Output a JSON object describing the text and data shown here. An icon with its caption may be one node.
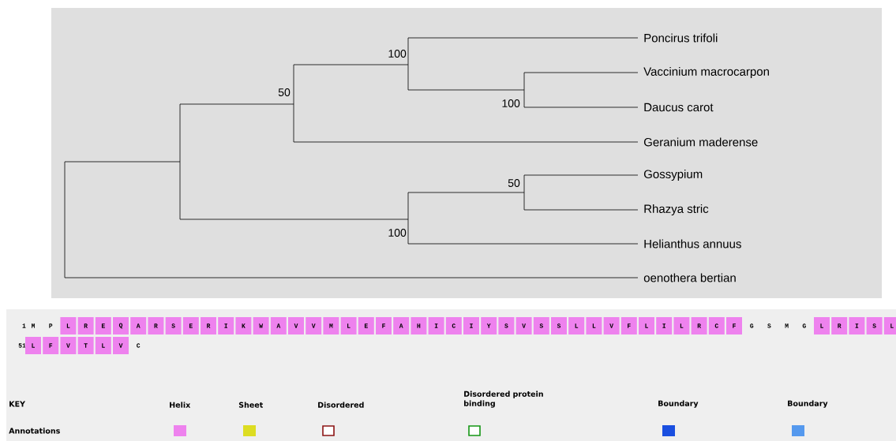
{
  "diagram": {
    "nodes": [
      {
        "text": [
          "Poncirus trifoli"
        ]
      },
      {
        "text": [
          "Vaccinium macrocarpon"
        ]
      },
      {
        "text": [
          "Daucus carot"
        ]
      },
      {
        "text": [
          "Geranium maderense"
        ]
      },
      {
        "text": [
          "Gossypium"
        ]
      },
      {
        "text": [
          "Rhazya stric"
        ]
      },
      {
        "text": [
          "Helianthus annuus"
        ]
      },
      {
        "text": [
          "oenothera bertian"
        ]
      }
    ],
    "labels": [
      "100",
      "50",
      "100",
      "50",
      "100",
      "1",
      "M",
      "P",
      "L",
      "R",
      "E",
      "Q",
      "A",
      "R",
      "S",
      "E",
      "R",
      "I",
      "K",
      "W",
      "A",
      "V",
      "V",
      "M",
      "L",
      "E",
      "F",
      "A",
      "H",
      "I",
      "C",
      "I",
      "Y",
      "S",
      "V",
      "S",
      "S",
      "L",
      "L",
      "V",
      "F",
      "L",
      "I",
      "L",
      "R",
      "C",
      "F",
      "G",
      "S",
      "M",
      "G",
      "L",
      "R",
      "I",
      "S",
      "L",
      "51",
      "L",
      "F",
      "V",
      "T",
      "L",
      "V",
      "C",
      "KEY",
      "Annotations"
    ],
    "legend": [
      {
        "text": "Helix",
        "color": "#ee82ee"
      },
      {
        "text": "Sheet",
        "color": "#dddd22"
      },
      {
        "text": "Disordered"
      },
      {
        "text": "Disordered protein binding"
      },
      {
        "text": "Boundary",
        "color": "#1a4fe0"
      },
      {
        "text": "Boundary",
        "color": "#5599ee"
      }
    ]
  }
}
